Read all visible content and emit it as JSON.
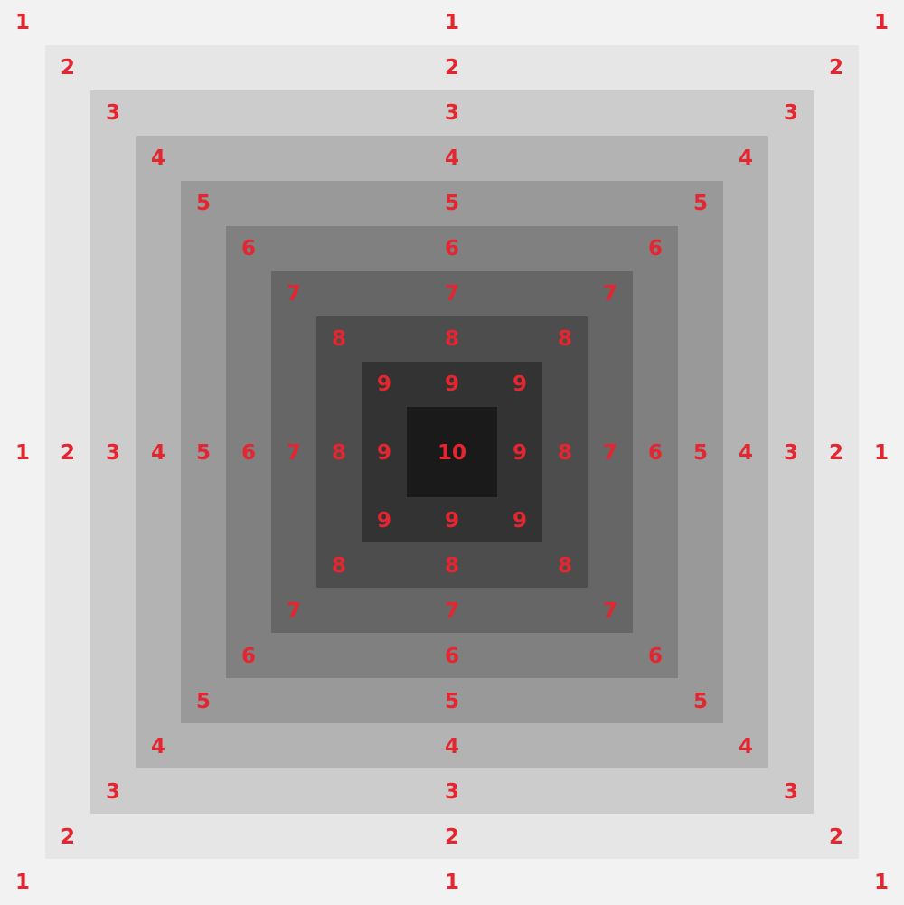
{
  "label_color": "#e3262f",
  "rings": [
    {
      "level": "1",
      "fill": "#f2f2f2"
    },
    {
      "level": "2",
      "fill": "#e6e6e6"
    },
    {
      "level": "3",
      "fill": "#cccccc"
    },
    {
      "level": "4",
      "fill": "#b3b3b3"
    },
    {
      "level": "5",
      "fill": "#999999"
    },
    {
      "level": "6",
      "fill": "#808080"
    },
    {
      "level": "7",
      "fill": "#666666"
    },
    {
      "level": "8",
      "fill": "#4d4d4d"
    },
    {
      "level": "9",
      "fill": "#333333"
    },
    {
      "level": "10",
      "fill": "#1a1a1a"
    }
  ]
}
